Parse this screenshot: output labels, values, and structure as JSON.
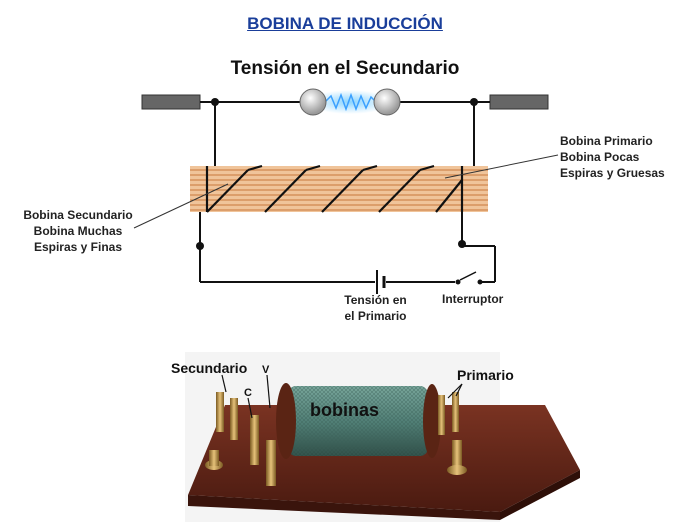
{
  "header": {
    "title": "BOBINA DE INDUCCIÓN",
    "subtitle": "Tensión en el Secundario"
  },
  "diagram": {
    "primary_label": "Bobina Primario\nBobina Pocas\nEspiras y Gruesas",
    "secondary_label": "Bobina Secundario\nBobina Muchas\nEspiras y Finas",
    "battery_label": "Tensión en\nel Primario",
    "switch_label": "Interruptor",
    "colors": {
      "core": "#f0c49a",
      "core_lines": "#c8783c",
      "spark": "#3aa0ff",
      "wire": "#111111"
    }
  },
  "photo": {
    "secundario_label": "Secundario",
    "primario_label": "Primario",
    "v_label": "V",
    "c_label": "C",
    "bobinas_label": "bobinas",
    "colors": {
      "base": "#6b2a1a",
      "coil": "#4f7d74",
      "brass": "#b89148"
    }
  }
}
